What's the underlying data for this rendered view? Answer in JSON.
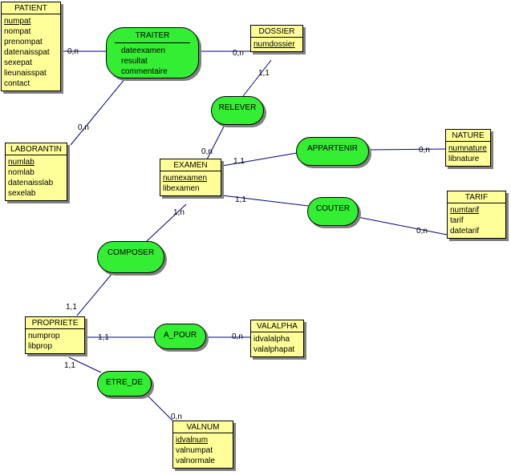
{
  "entities": {
    "patient": {
      "name": "PATIENT",
      "attrs": [
        {
          "label": "numpat",
          "key": true
        },
        {
          "label": "nompat"
        },
        {
          "label": "prenompat"
        },
        {
          "label": "datenaisspat"
        },
        {
          "label": "sexepat"
        },
        {
          "label": "lieunaisspat"
        },
        {
          "label": "contact"
        }
      ]
    },
    "dossier": {
      "name": "DOSSIER",
      "attrs": [
        {
          "label": "numdossier",
          "key": true
        }
      ]
    },
    "laborantin": {
      "name": "LABORANTIN",
      "attrs": [
        {
          "label": "numlab",
          "key": true
        },
        {
          "label": "nomlab"
        },
        {
          "label": "datenaisslab"
        },
        {
          "label": "sexelab"
        }
      ]
    },
    "examen": {
      "name": "EXAMEN",
      "attrs": [
        {
          "label": "numexamen",
          "key": true
        },
        {
          "label": "libexamen"
        }
      ]
    },
    "nature": {
      "name": "NATURE",
      "attrs": [
        {
          "label": "numnature",
          "key": true
        },
        {
          "label": "libnature"
        }
      ]
    },
    "tarif": {
      "name": "TARIF",
      "attrs": [
        {
          "label": "numtarif",
          "key": true
        },
        {
          "label": "tarif"
        },
        {
          "label": "datetarif"
        }
      ]
    },
    "propriete": {
      "name": "PROPRIETE",
      "attrs": [
        {
          "label": "numprop"
        },
        {
          "label": "libprop"
        }
      ]
    },
    "valalpha": {
      "name": "VALALPHA",
      "attrs": [
        {
          "label": "idvalalpha"
        },
        {
          "label": "valalphapat"
        }
      ]
    },
    "valnum": {
      "name": "VALNUM",
      "attrs": [
        {
          "label": "idvalnum",
          "key": true
        },
        {
          "label": "valnumpat"
        },
        {
          "label": "valnormale"
        }
      ]
    }
  },
  "associations": {
    "traiter": {
      "name": "TRAITER",
      "attrs": [
        {
          "label": "dateexamen"
        },
        {
          "label": "resultat"
        },
        {
          "label": "commentaire"
        }
      ]
    },
    "relever": {
      "name": "RELEVER"
    },
    "appartenir": {
      "name": "APPARTENIR"
    },
    "couter": {
      "name": "COUTER"
    },
    "composer": {
      "name": "COMPOSER"
    },
    "a_pour": {
      "name": "A_POUR"
    },
    "etre_de": {
      "name": "ETRE_DE"
    }
  },
  "cardinalities": {
    "patient_traiter": "0,n",
    "dossier_traiter": "0,n",
    "laborantin_traiter": "0,n",
    "dossier_relever": "1,1",
    "examen_relever": "0,n",
    "examen_appartenir": "1,1",
    "nature_appartenir": "0,n",
    "examen_couter": "1,1",
    "tarif_couter": "0,n",
    "examen_composer": "1,n",
    "propriete_composer": "1,1",
    "propriete_a_pour": "1,1",
    "valalpha_a_pour": "0,n",
    "propriete_etre_de": "1,1",
    "valnum_etre_de": "0,n"
  },
  "colors": {
    "entity_fill": "#ffff99",
    "association_fill": "#33ee33",
    "link": "#000080",
    "shadow": "#808080"
  }
}
